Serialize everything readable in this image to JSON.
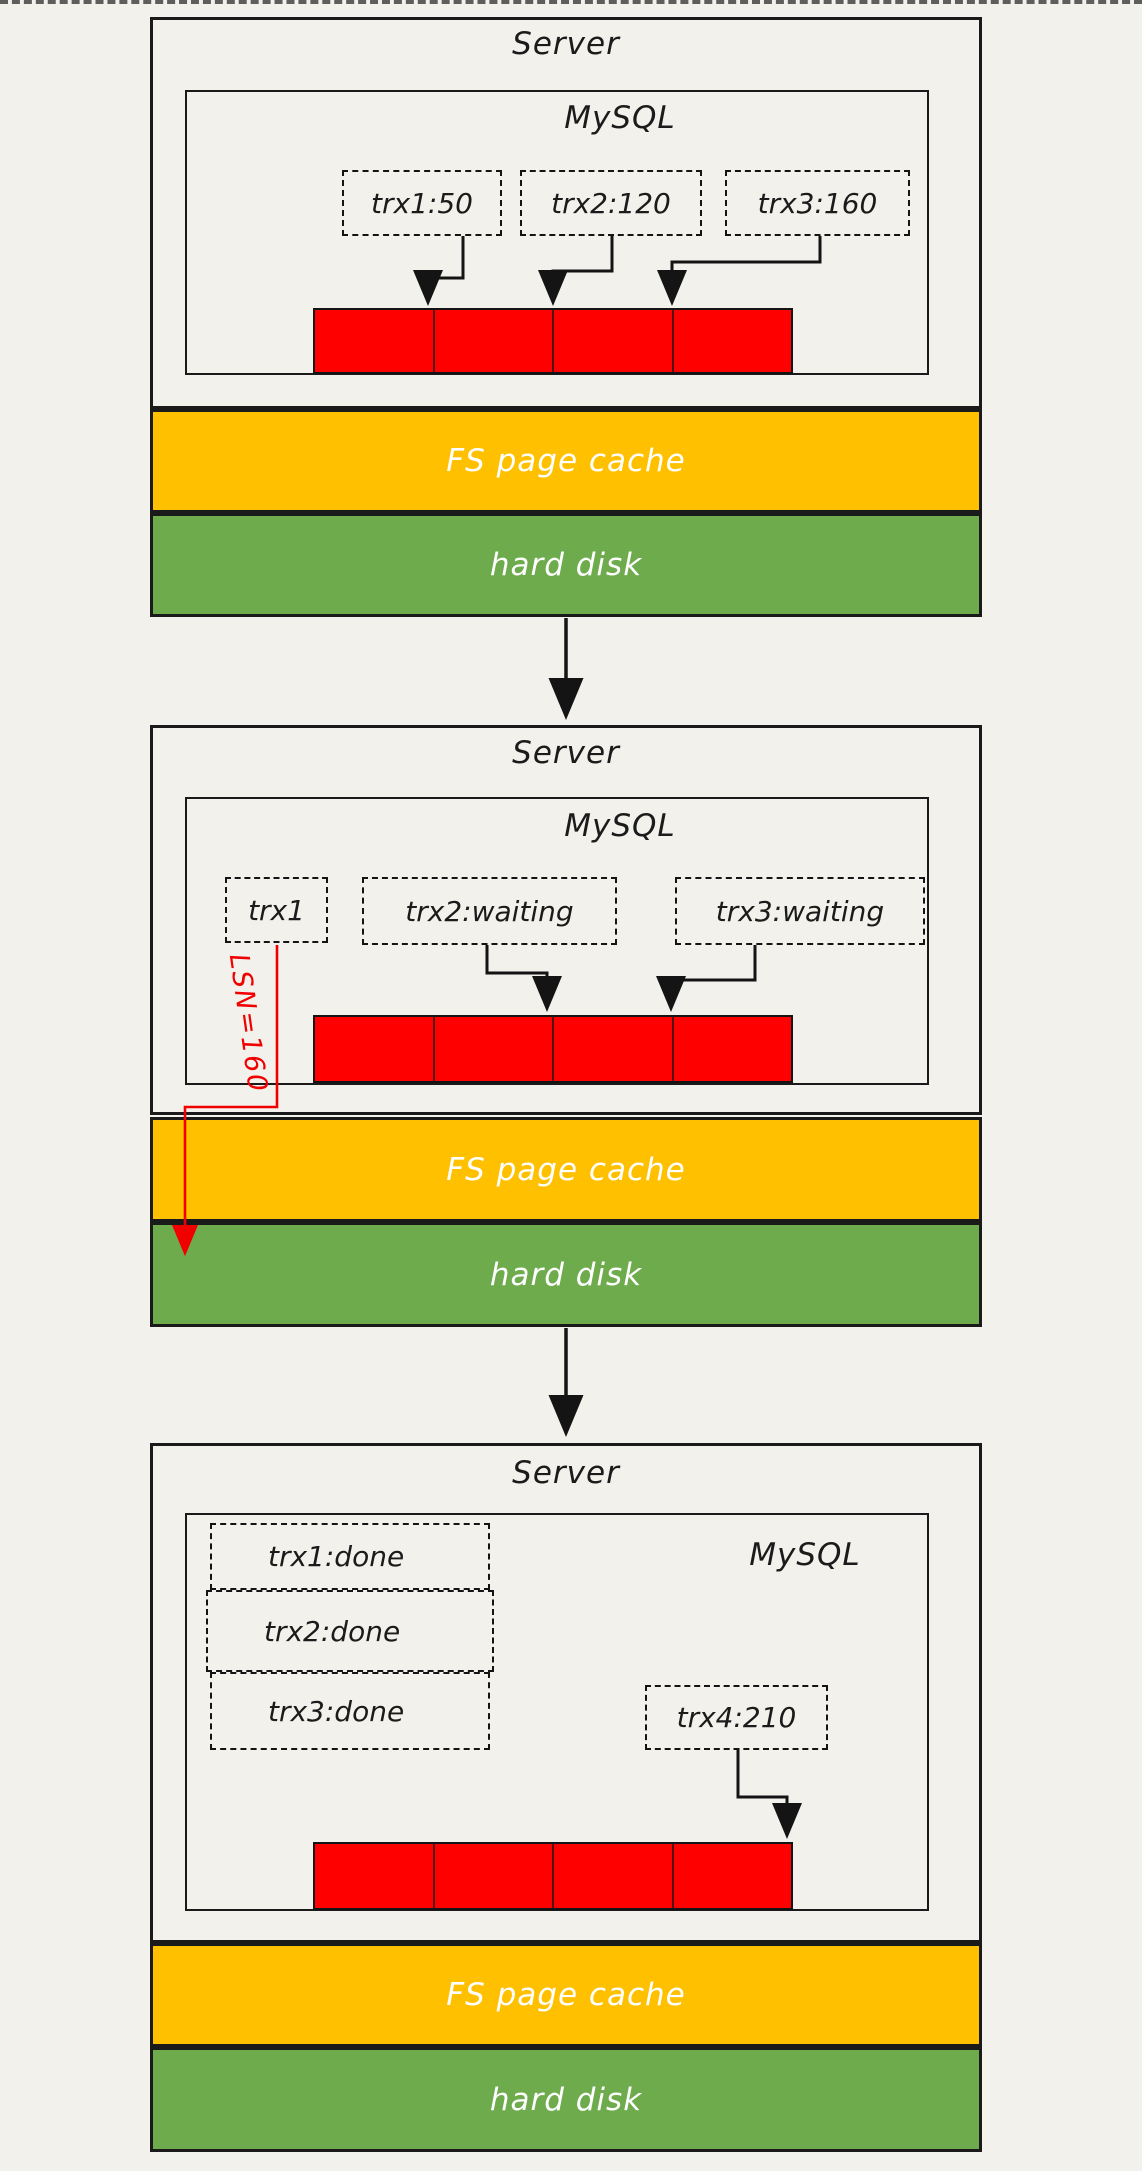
{
  "diagram_title": "MySQL redo log group commit flow (3 stages)",
  "colors": {
    "background": "#f2f1ec",
    "log_buffer_red": "#fe0000",
    "fs_page_cache_yellow": "#ffc000",
    "hard_disk_green": "#6dab4c",
    "outline_black": "#1a1a1a",
    "annotation_red": "#f20000",
    "bar_label_white": "#ffffff"
  },
  "panels": [
    {
      "server_label": "Server",
      "mysql_label": "MySQL",
      "transactions": [
        "trx1:50",
        "trx2:120",
        "trx3:160"
      ],
      "cache_label": "FS page cache",
      "disk_label": "hard disk"
    },
    {
      "server_label": "Server",
      "mysql_label": "MySQL",
      "transactions": [
        "trx1",
        "trx2:waiting",
        "trx3:waiting"
      ],
      "lsn_annotation": "LSN=160",
      "cache_label": "FS page cache",
      "disk_label": "hard disk"
    },
    {
      "server_label": "Server",
      "mysql_label": "MySQL",
      "transactions": [
        "trx1:done",
        "trx2:done",
        "trx3:done",
        "trx4:210"
      ],
      "cache_label": "FS page cache",
      "disk_label": "hard disk"
    }
  ]
}
